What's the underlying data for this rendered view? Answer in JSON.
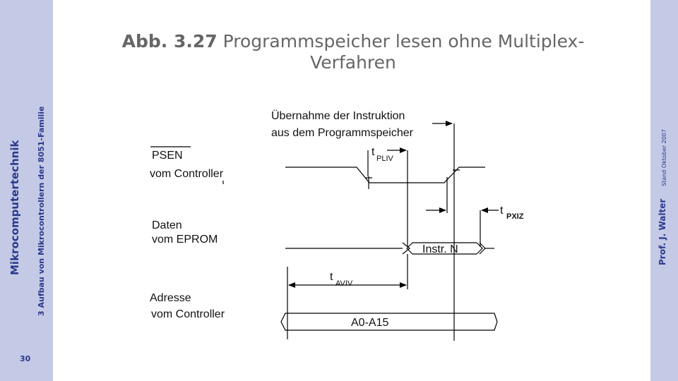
{
  "sidebar": {
    "course_title": "Mikrocomputertechnik",
    "chapter": "3 Aufbau von Mikrocontrollern der 8051-Familie",
    "page_number": "30",
    "author": "Prof. J. Walter",
    "date": "Stand Oktober 2007"
  },
  "slide": {
    "title_bold": "Abb. 3.27",
    "title_rest_line1": " Programmspeicher lesen ohne Multiplex-",
    "title_line2": "Verfahren"
  },
  "diagram": {
    "annotation_line1": "Übernahme der Instruktion",
    "annotation_line2": "aus dem Programmspeicher",
    "psen_label": "PSEN",
    "psen_from": "vom Controller",
    "data_label": "Daten",
    "data_from": "vom EPROM",
    "addr_label": "Adresse",
    "addr_from": "vom Controller",
    "t_pliv_main": "t",
    "t_pliv_sub": "PLIV",
    "t_pxiz_main": "t",
    "t_pxiz_sub": "PXIZ",
    "t_aviv_main": "t",
    "t_aviv_sub": "AVIV",
    "instr_label": "Instr. N",
    "addr_bus_label": "A0-A15"
  }
}
